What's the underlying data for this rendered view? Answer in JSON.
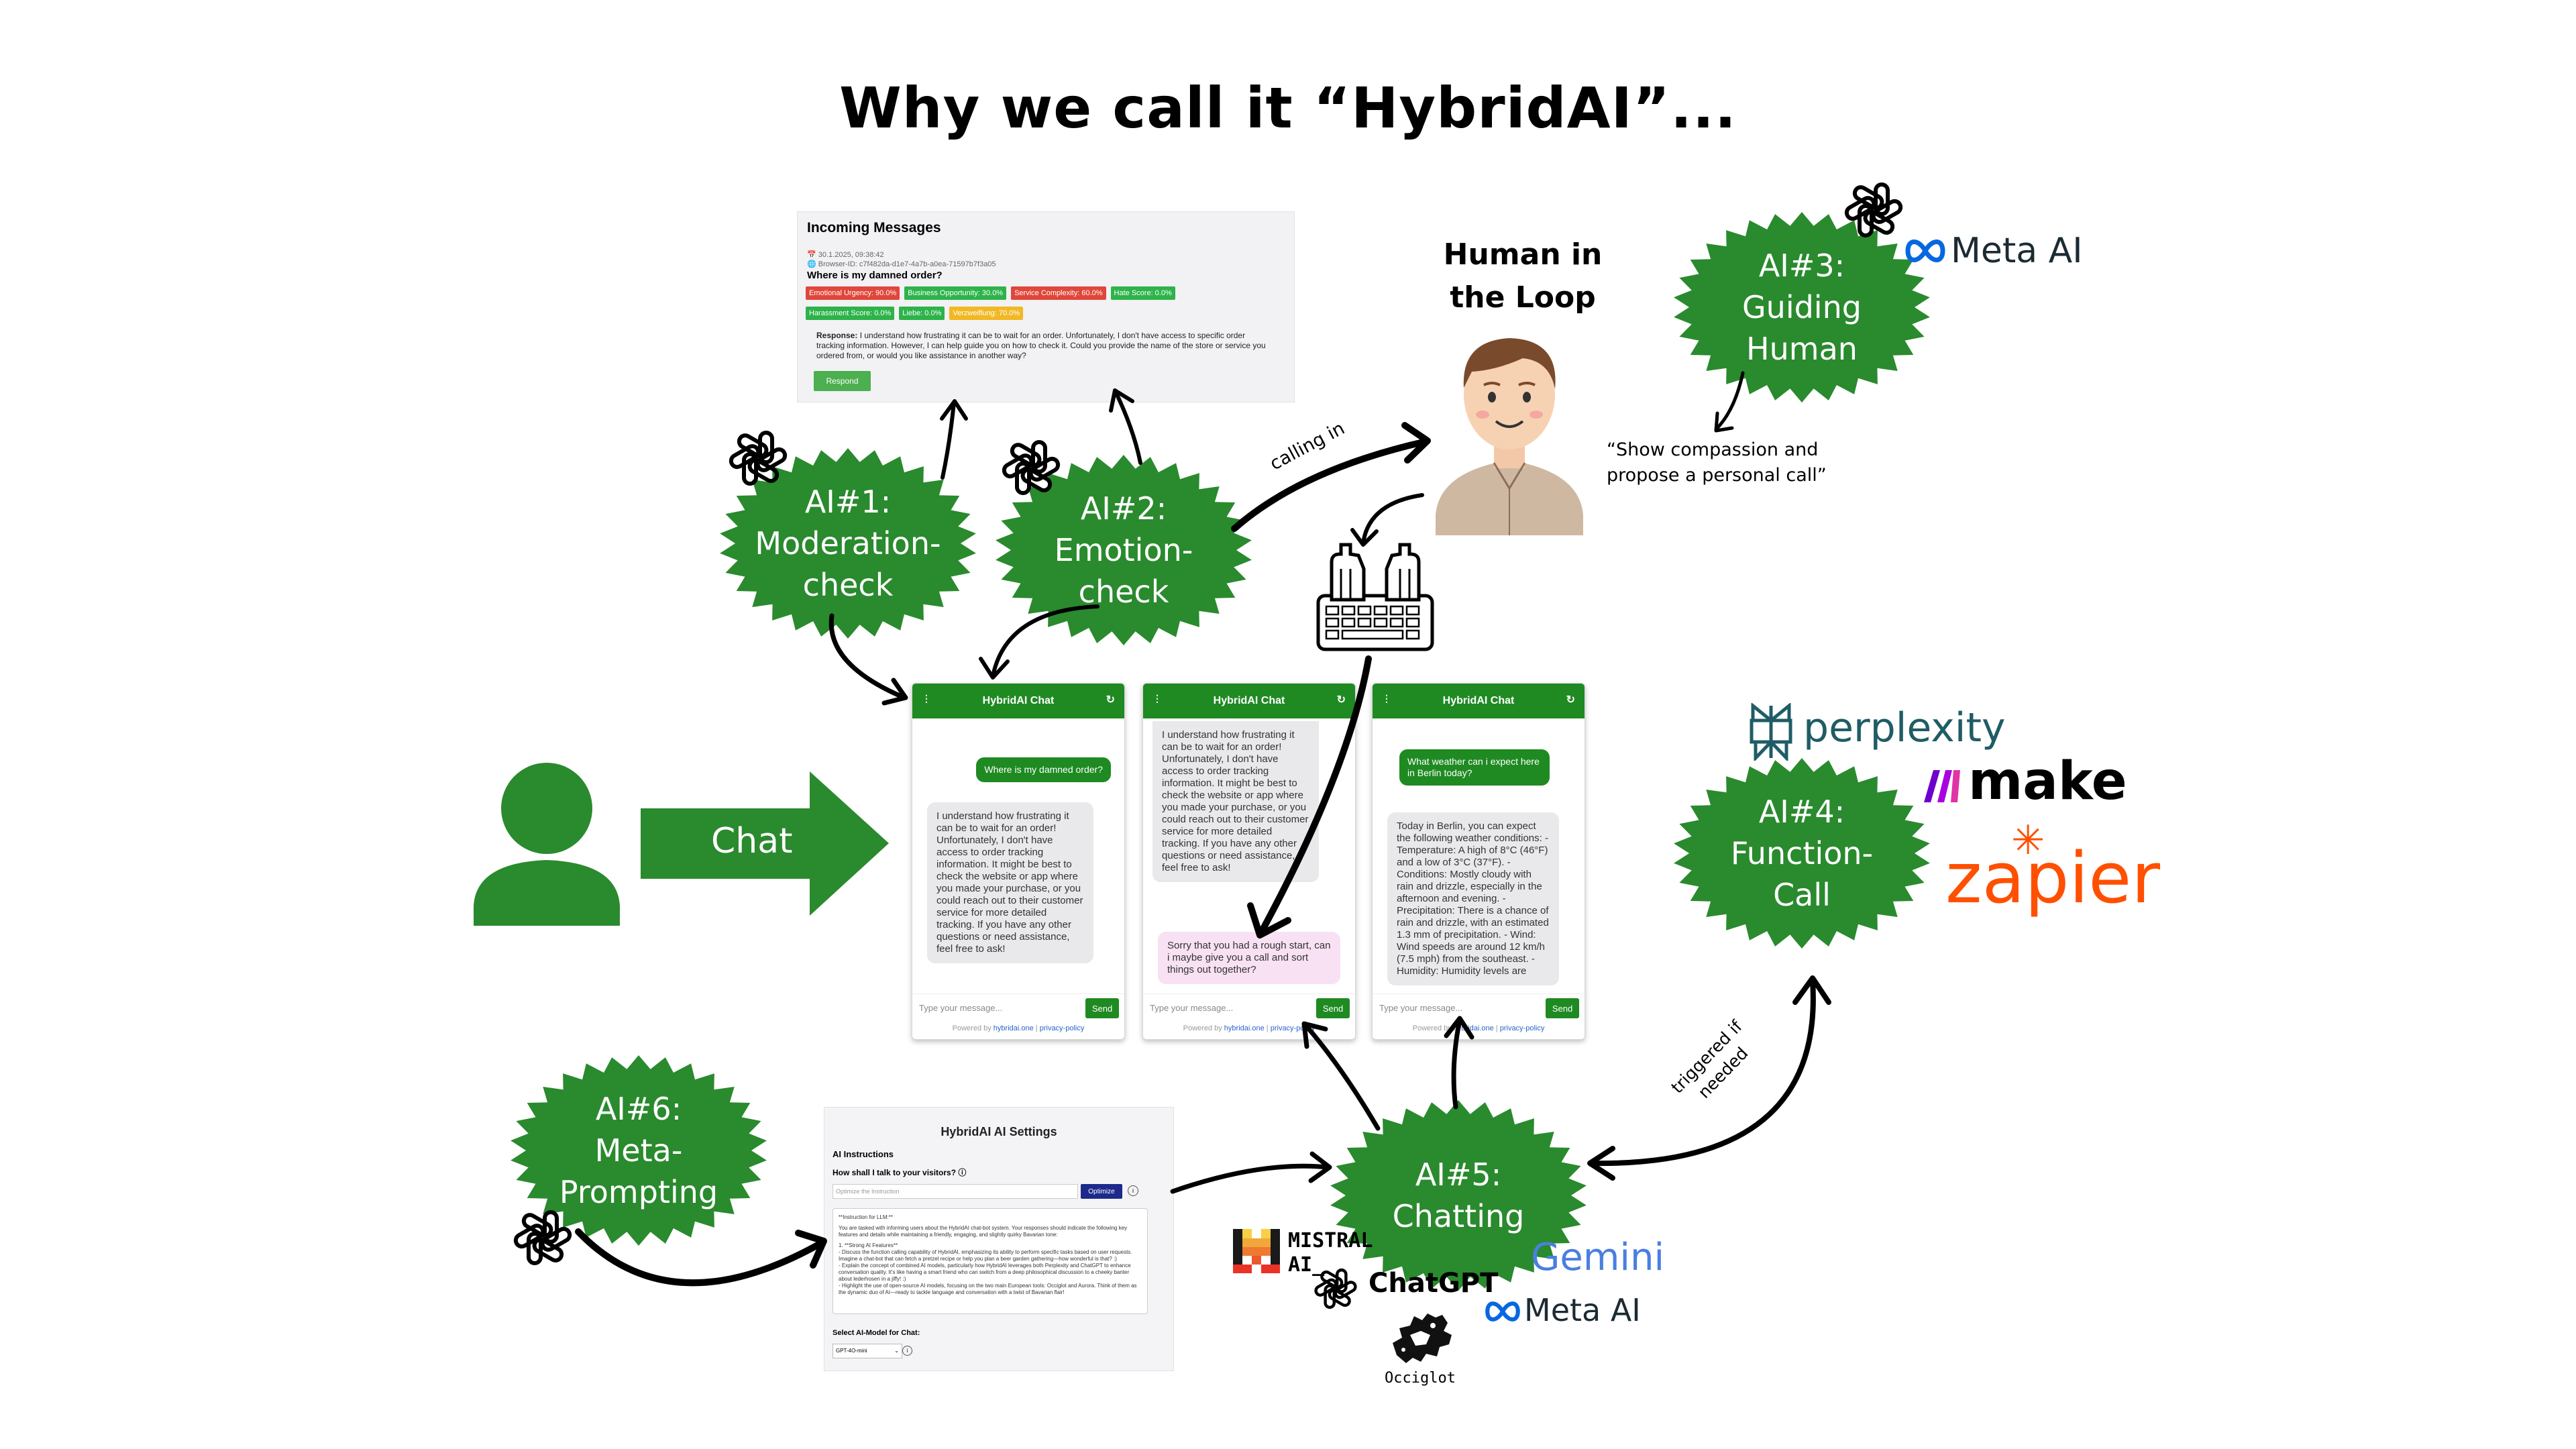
{
  "title": "Why we call it “HybridAI”...",
  "badges": {
    "ai1": {
      "line1": "AI#1:",
      "line2": "Moderation-",
      "line3": "check"
    },
    "ai2": {
      "line1": "AI#2:",
      "line2": "Emotion-",
      "line3": "check"
    },
    "ai3": {
      "line1": "AI#3:",
      "line2": "Guiding",
      "line3": "Human"
    },
    "ai4": {
      "line1": "AI#4:",
      "line2": "Function-",
      "line3": "Call"
    },
    "ai5": {
      "line1": "AI#5:",
      "line2": "Chatting"
    },
    "ai6": {
      "line1": "AI#6:",
      "line2": "Meta-",
      "line3": "Prompting"
    }
  },
  "human_loop": {
    "line1": "Human in",
    "line2": "the Loop"
  },
  "labels": {
    "chat_arrow": "Chat",
    "calling_in": "calling in",
    "triggered_1": "triggered if",
    "triggered_2": "needed",
    "guide_quote_1": "“Show compassion and",
    "guide_quote_2": "propose a personal call”"
  },
  "incoming": {
    "title": "Incoming Messages",
    "meta1": "📅 30.1.2025, 09:38:42",
    "meta2": "🌐 Browser-ID: c7f482da-d1e7-4a7b-a0ea-71597b7f3a05",
    "question": "Where is my damned order?",
    "tags": [
      {
        "label": "Emotional Urgency: 90.0%",
        "color": "#e0463a"
      },
      {
        "label": "Business Opportunity: 30.0%",
        "color": "#2db34a"
      },
      {
        "label": "Service Complexity: 60.0%",
        "color": "#e0463a"
      },
      {
        "label": "Hate Score: 0.0%",
        "color": "#2db34a"
      },
      {
        "label": "Harassment Score: 0.0%",
        "color": "#2db34a"
      },
      {
        "label": "Liebe: 0.0%",
        "color": "#2db34a"
      },
      {
        "label": "Verzweiflung: 70.0%",
        "color": "#f2b824"
      }
    ],
    "response_label": "Response:",
    "response_text": "I understand how frustrating it can be to wait for an order. Unfortunately, I don't have access to specific order tracking information. However, I can help guide you on how to check it. Could you provide the name of the store or service you ordered from, or would you like assistance in another way?",
    "respond_button": "Respond"
  },
  "chats": [
    {
      "header": "HybridAI Chat",
      "user_msg": "Where is my damned order?",
      "bot_msg": "I understand how frustrating it can be to wait for an order! Unfortunately, I don't have access to order tracking information. It might be best to check the website or app where you made your purchase, or you could reach out to their customer service for more detailed tracking. If you have any other questions or need assistance, feel free to ask!",
      "placeholder": "Type your message...",
      "send": "Send",
      "footer_prefix": "Powered by",
      "footer_link1": "hybridai.one",
      "footer_sep": "|",
      "footer_link2": "privacy-policy"
    },
    {
      "header": "HybridAI Chat",
      "bot_msg": "I understand how frustrating it can be to wait for an order! Unfortunately, I don't have access to order tracking information. It might be best to check the website or app where you made your purchase, or you could reach out to their customer service for more detailed tracking. If you have any other questions or need assistance, feel free to ask!",
      "human_msg": "Sorry that you had a rough start, can i maybe give you a call and sort things out together?",
      "placeholder": "Type your message...",
      "send": "Send",
      "footer_prefix": "Powered by",
      "footer_link1": "hybridai.one",
      "footer_sep": "|",
      "footer_link2": "privacy-policy"
    },
    {
      "header": "HybridAI Chat",
      "user_msg": "What weather can i expect here in Berlin today?",
      "bot_msg": "Today in Berlin, you can expect the following weather conditions: - Temperature: A high of 8°C (46°F) and a low of 3°C (37°F). - Conditions: Mostly cloudy with rain and drizzle, especially in the afternoon and evening. - Precipitation: There is a chance of rain and drizzle, with an estimated 1.3 mm of precipitation. - Wind: Wind speeds are around 12 km/h (7.5 mph) from the southeast. - Humidity: Humidity levels are",
      "placeholder": "Type your message...",
      "send": "Send",
      "footer_prefix": "Powered by",
      "footer_link1": "hybridai.one",
      "footer_sep": "|",
      "footer_link2": "privacy-policy"
    }
  ],
  "settings": {
    "title": "HybridAI AI Settings",
    "section": "AI Instructions",
    "question": "How shall I talk to your visitors? ⓘ",
    "optimize_placeholder": "Optimize the Instruction",
    "optimize_button": "Optimize",
    "instr_line1": "**Instruction for LLM:**",
    "instr_line2": "You are tasked with informing users about the HybridAI chat-bot system. Your responses should indicate the following key features and details while maintaining a friendly, engaging, and slightly quirky Bavarian tone:",
    "instr_line3": "1. **Strong AI Features**",
    "instr_line4": "- Discuss the function calling capability of HybridAI, emphasizing its ability to perform specific tasks based on user requests. Imagine a chat-bot that can fetch a pretzel recipe or help you plan a beer garden gathering—how wonderful is that? :)",
    "instr_line5": "- Explain the concept of combined AI models, particularly how HybridAI leverages both Perplexity and ChatGPT to enhance conversation quality. It's like having a smart friend who can switch from a deep philosophical discussion to a cheeky banter about lederhosen in a jiffy! :)",
    "instr_line6": "- Highlight the use of open-source AI models, focusing on the two main European tools: Occiglot and Aurora. Think of them as the dynamic duo of AI—ready to tackle language and conversation with a twist of Bavarian flair!",
    "model_label": "Select AI-Model for Chat:",
    "model_value": "GPT-4O-mini"
  },
  "logos": {
    "meta_ai": "Meta AI",
    "perplexity": "perplexity",
    "make": "make",
    "zapier": "zapier",
    "mistral_1": "MISTRAL",
    "mistral_2": "AI_",
    "chatgpt": "ChatGPT",
    "gemini": "Gemini",
    "occiglot": "Occiglot"
  },
  "colors": {
    "badge_green": "#2a8a2e",
    "chat_green": "#1f8a22",
    "arrow_green": "#2a8a2e",
    "zapier_orange": "#ff4f00",
    "make_purple": "#6d00cc",
    "perplexity_teal": "#1f5c66",
    "gemini_blue": "#4a7fe0",
    "meta_blue": "#0668e1"
  }
}
